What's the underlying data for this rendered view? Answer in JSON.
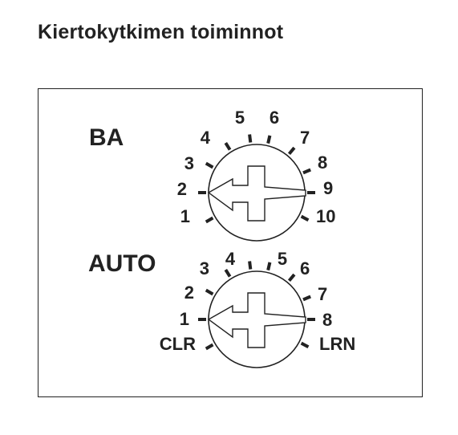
{
  "title": "Kiertokytkimen toiminnot",
  "colors": {
    "ink": "#222222",
    "background": "#ffffff"
  },
  "switches": [
    {
      "mode_label": "BA",
      "positions": [
        "1",
        "2",
        "3",
        "4",
        "5",
        "6",
        "7",
        "8",
        "9",
        "10"
      ]
    },
    {
      "mode_label": "AUTO",
      "positions": [
        "CLR",
        "1",
        "2",
        "3",
        "4",
        "5",
        "6",
        "7",
        "8",
        "LRN"
      ]
    }
  ]
}
